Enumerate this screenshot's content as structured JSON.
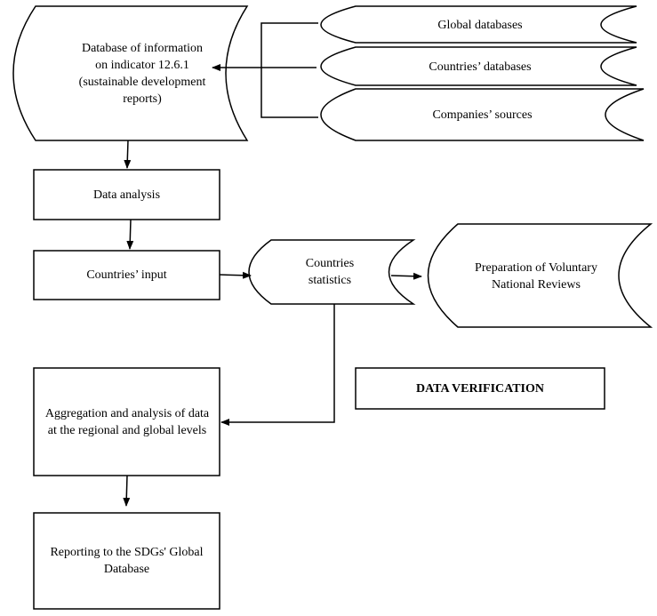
{
  "nodes": {
    "database": "Database of information on indicator 12.6.1 (sustainable development reports)",
    "global_db": "Global databases",
    "countries_db": "Countries’ databases",
    "companies_src": "Companies’ sources",
    "data_analysis": "Data analysis",
    "countries_input": "Countries’ input",
    "countries_stats": "Countries statistics",
    "vnr": "Preparation of Voluntary National Reviews",
    "aggregation": "Aggregation and analysis of data at the regional and global levels",
    "verification": "DATA VERIFICATION",
    "reporting": "Reporting to the SDGs' Global Database"
  }
}
